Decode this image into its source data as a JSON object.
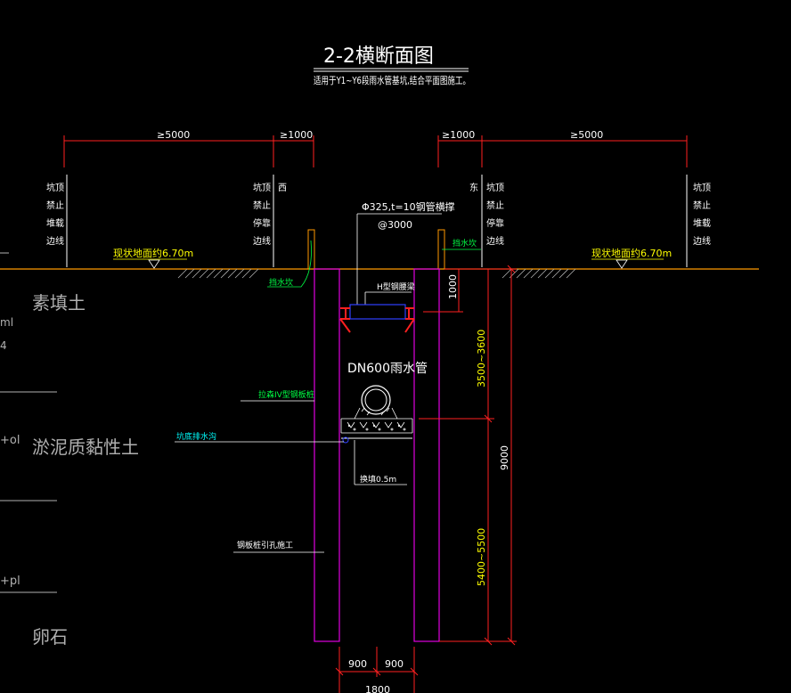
{
  "title": "2-2横断面图",
  "subtitle": "适用于Y1~Y6段雨水管基坑,结合平面图施工。",
  "colors": {
    "background": "#000000",
    "ground_line": "#ff9900",
    "dimension_red": "#ff2020",
    "sheet_pile": "#e000e0",
    "text_white": "#ffffff",
    "text_yellow": "#ffff00",
    "text_green": "#00ff44",
    "text_cyan": "#00ffff",
    "brace_blue": "#3040ff",
    "gray_line": "#b0b0b0"
  },
  "dimensions": {
    "left_wide": "≥5000",
    "left_narrow": "≥1000",
    "right_narrow": "≥1000",
    "right_wide": "≥5000",
    "brace_offset": "1000",
    "upper_depth": "3500~3600",
    "total_depth": "9000",
    "lower_depth": "5400~5500",
    "half_width_left": "900",
    "half_width_right": "900",
    "total_width": "1800"
  },
  "side_labels": {
    "west": "西",
    "east": "东",
    "col1": [
      "坑顶",
      "禁止",
      "堆载",
      "边线"
    ],
    "col2": [
      "坑顶",
      "禁止",
      "停靠",
      "边线"
    ]
  },
  "labels": {
    "steel_pipe_brace": "Φ325,t=10钢管横撑",
    "brace_spacing": "@3000",
    "h_steel_beam": "H型钢腰梁",
    "pipe": "DN600雨水管",
    "ground_elev_left": "现状地面约6.70m",
    "ground_elev_right": "现状地面约6.70m",
    "retaining_wall_left": "挡水坎",
    "retaining_wall_right": "挡水坎",
    "sheet_pile": "拉森IV型钢板桩",
    "pit_drain": "坑底排水沟",
    "cushion": "换填0.5m",
    "pile_method": "钢板桩引孔施工"
  },
  "soil_layers": {
    "layer1": "素填土",
    "layer2": "淤泥质黏性土",
    "layer3": "卵石"
  },
  "edge_marks": {
    "m1": "ml",
    "m2": "4",
    "m3": "+ol",
    "m4": "+pl"
  }
}
